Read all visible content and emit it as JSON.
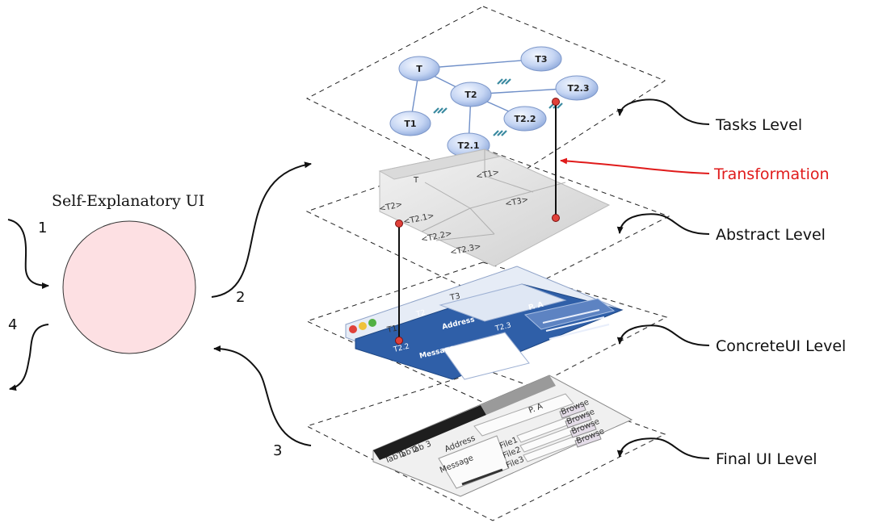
{
  "title": "Self-Explanatory UI",
  "levels": {
    "tasks": "Tasks Level",
    "transformation": "Transformation",
    "abstract": "Abstract Level",
    "concrete": "ConcreteUI Level",
    "final": "Final UI Level"
  },
  "steps": [
    "1",
    "2",
    "3",
    "4"
  ],
  "task_nodes": [
    "T",
    "T3",
    "T2",
    "T1",
    "T2.3",
    "T2.2",
    "T2.1"
  ],
  "abstract_labels": [
    "T",
    "<T1>",
    "<T2>",
    "<T2.1>",
    "<T2.2>",
    "<T2.3>",
    "<T3>"
  ],
  "concrete_labels": {
    "tabs": [
      "T1",
      "T2",
      "T3"
    ],
    "address": "Address",
    "panel_a": "P. A",
    "message": "Message",
    "t22": "T2.2",
    "t23": "T2.3"
  },
  "final_labels": {
    "tabs": [
      "Tab 1",
      "Tab 2",
      "Tab 3"
    ],
    "address": "Address",
    "pa": "P. A",
    "message": "Message",
    "files": [
      "File1",
      "File2",
      "File3"
    ],
    "buttons": [
      "Browse",
      "Browse",
      "Browse",
      "Browse"
    ]
  },
  "colors": {
    "transformation": "#e01b1b",
    "node_fill": "#c9d7f4",
    "circle_fill": "#fde0e3",
    "concrete_blue": "#2f5fa8"
  }
}
